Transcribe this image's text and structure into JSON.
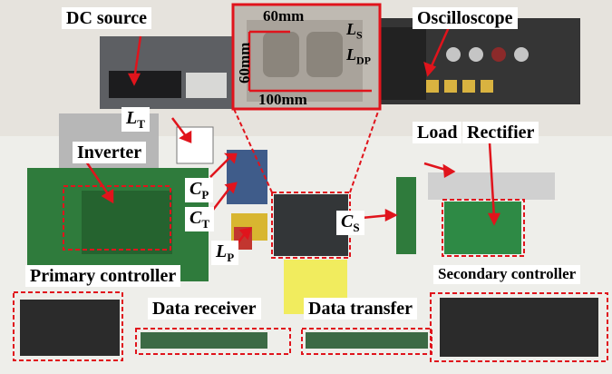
{
  "labels": {
    "dc_source": "DC source",
    "oscilloscope": "Oscilloscope",
    "inverter": "Inverter",
    "load": "Load",
    "rectifier": "Rectifier",
    "primary_controller": "Primary controller",
    "secondary_controller": "Secondary controller",
    "data_receiver": "Data receiver",
    "data_transfer": "Data transfer"
  },
  "symbols": {
    "lt": {
      "base": "L",
      "sub": "T"
    },
    "cp": {
      "base": "C",
      "sub": "P"
    },
    "ct": {
      "base": "C",
      "sub": "T"
    },
    "lp": {
      "base": "L",
      "sub": "P"
    },
    "cs": {
      "base": "C",
      "sub": "S"
    },
    "ls": {
      "base": "L",
      "sub": "S"
    },
    "ldp": {
      "base": "L",
      "sub": "DP"
    }
  },
  "inset": {
    "width_top": "60mm",
    "height_left": "60mm",
    "width_bottom": "100mm"
  },
  "colors": {
    "annotation_red": "#e0141c",
    "label_bg": "#ffffff"
  }
}
